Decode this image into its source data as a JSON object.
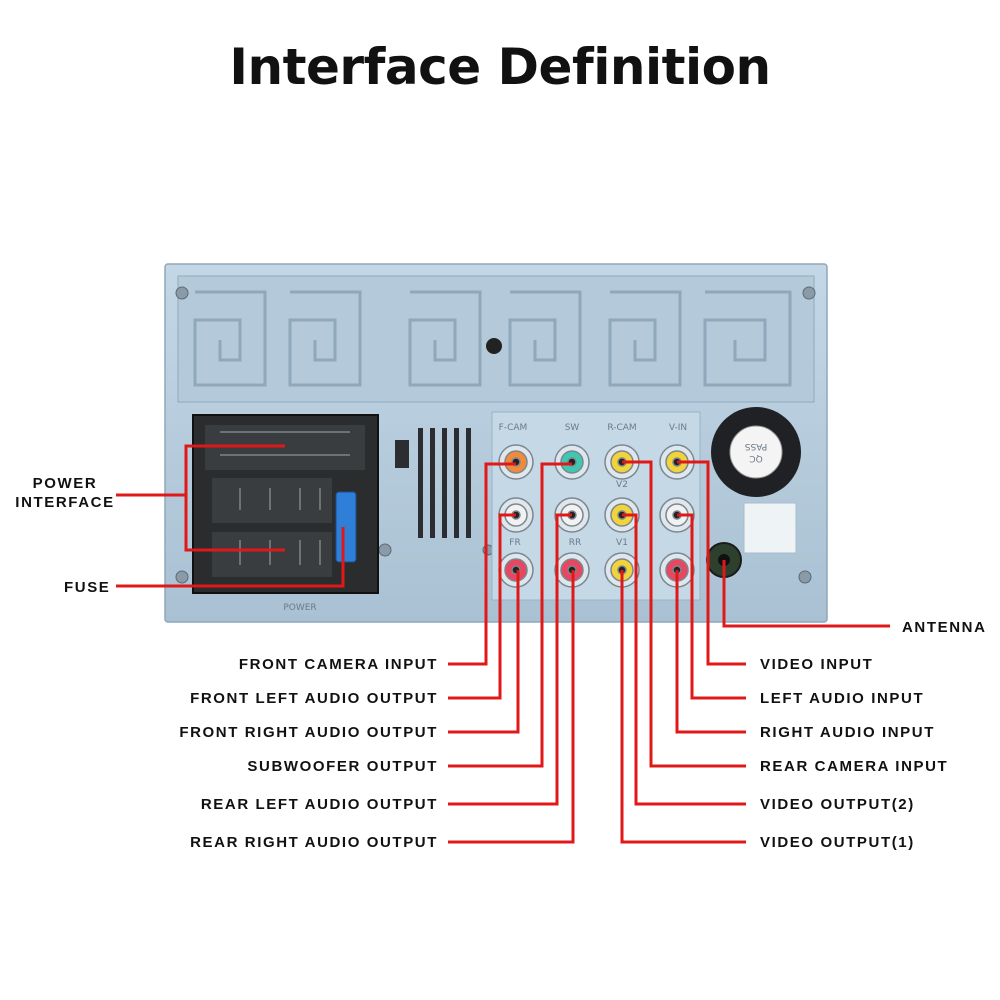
{
  "title": "Interface Definition",
  "labels": {
    "power_interface_line1": "POWER",
    "power_interface_line2": "INTERFACE",
    "fuse": "FUSE",
    "antenna": "ANTENNA",
    "front_camera_input": "FRONT CAMERA INPUT",
    "front_left_audio_output": "FRONT LEFT AUDIO OUTPUT",
    "front_right_audio_output": "FRONT RIGHT AUDIO OUTPUT",
    "subwoofer_output": "SUBWOOFER OUTPUT",
    "rear_left_audio_output": "REAR LEFT AUDIO OUTPUT",
    "rear_right_audio_output": "REAR RIGHT AUDIO OUTPUT",
    "video_input": "VIDEO INPUT",
    "left_audio_input": "LEFT AUDIO INPUT",
    "right_audio_input": "RIGHT AUDIO INPUT",
    "rear_camera_input": "REAR CAMERA INPUT",
    "video_output_2": "VIDEO OUTPUT(2)",
    "video_output_1": "VIDEO OUTPUT(1)"
  },
  "panel_text": {
    "power": "POWER",
    "qc_pass_line1": "QC",
    "qc_pass_line2": "PASS",
    "fcam": "F-CAM",
    "sw": "SW",
    "rcam": "R-CAM",
    "vin": "V-IN",
    "v2": "V2",
    "v1": "V1",
    "fr": "FR",
    "rr": "RR"
  },
  "colors": {
    "leader_line": "#e01818",
    "panel": "#b9cfdf",
    "jack_orange": "#f08a3c",
    "jack_green": "#3fc7b0",
    "jack_yellow": "#f2d33a",
    "jack_white": "#f2f2f2",
    "jack_red": "#e8475f"
  }
}
